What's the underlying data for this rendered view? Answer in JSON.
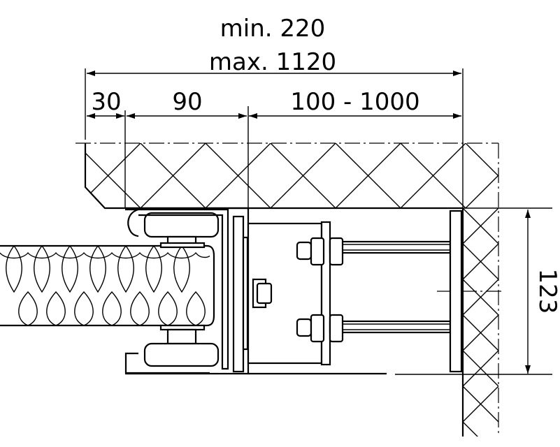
{
  "dimensions": {
    "overall_min": "min. 220",
    "overall_max": "max. 1120",
    "segment_1": "30",
    "segment_2": "90",
    "segment_3": "100 - 1000",
    "height": "123"
  }
}
